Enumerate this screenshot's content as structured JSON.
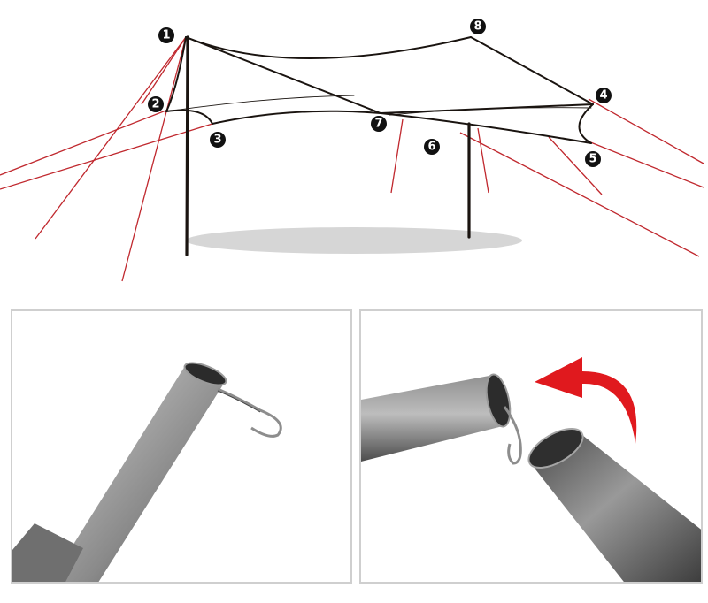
{
  "diagram": {
    "callouts": [
      {
        "id": "1",
        "label": "1"
      },
      {
        "id": "2",
        "label": "2"
      },
      {
        "id": "3",
        "label": "3"
      },
      {
        "id": "4",
        "label": "4"
      },
      {
        "id": "5",
        "label": "5"
      },
      {
        "id": "6",
        "label": "6"
      },
      {
        "id": "7",
        "label": "7"
      },
      {
        "id": "8",
        "label": "8"
      }
    ]
  },
  "colors": {
    "frame_line": "#1a1410",
    "guy_line": "#c0282e",
    "shadow": "#d6d6d6",
    "pole_metal": "#7d7d7d",
    "arrow": "#e0191e",
    "panel_border": "#cfcfcf"
  },
  "panels": [
    {
      "id": "pole-end-with-hook"
    },
    {
      "id": "pole-joining-with-arrow"
    }
  ]
}
